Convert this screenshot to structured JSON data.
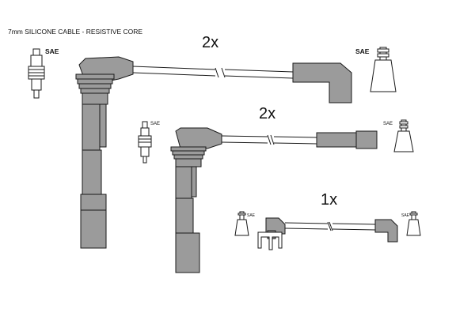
{
  "header": {
    "title": "7mm SILICONE CABLE - RESISTIVE CORE"
  },
  "sets": [
    {
      "qty_label": "2x",
      "left_plug_label": "SAE",
      "right_plug_label": "SAE"
    },
    {
      "qty_label": "2x",
      "left_plug_label": "SAE",
      "right_plug_label": "SAE"
    },
    {
      "qty_label": "1x",
      "left_plug_label": "SAE",
      "right_plug_label": "SAE"
    }
  ],
  "colors": {
    "part_fill": "#9b9b9b",
    "outline": "#1a1a1a",
    "boot_fill": "#f2f2f2"
  }
}
